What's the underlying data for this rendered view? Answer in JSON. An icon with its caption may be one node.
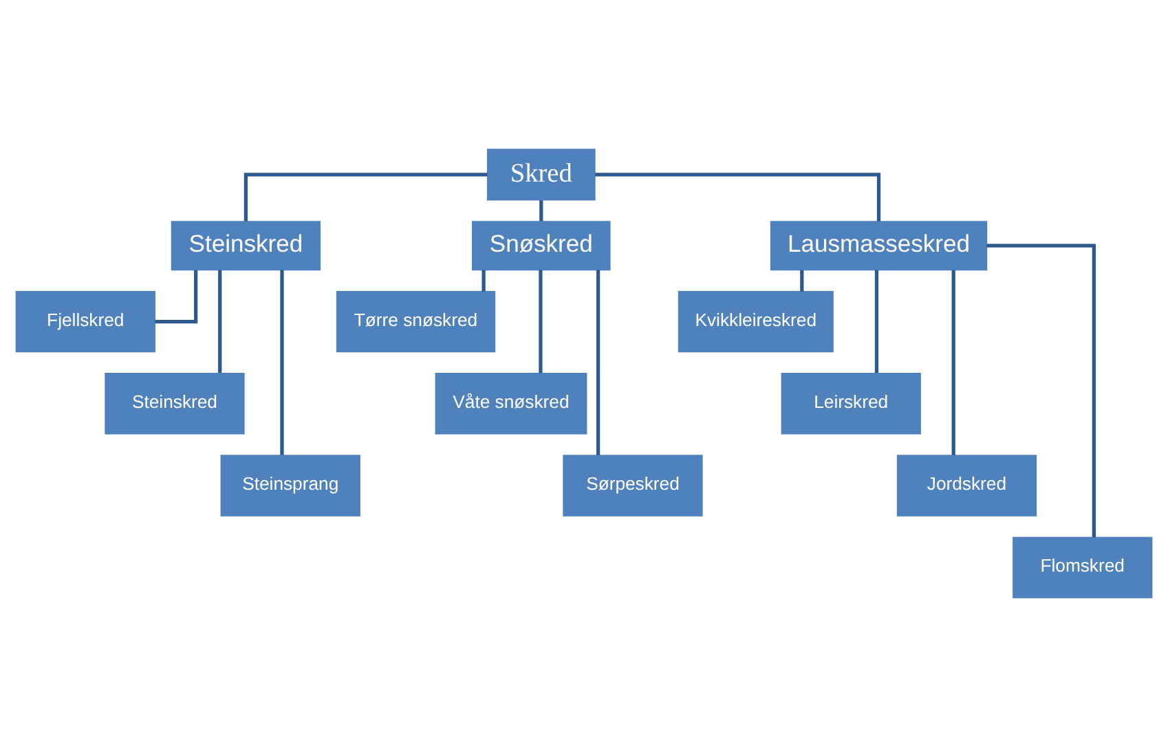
{
  "diagram": {
    "nodes": [
      {
        "text": [
          "Skred"
        ]
      },
      {
        "text": [
          "Steinskred"
        ]
      },
      {
        "text": [
          "Snøskred"
        ]
      },
      {
        "text": [
          "Lausmasseskred"
        ]
      },
      {
        "text": [
          "Fjellskred"
        ]
      },
      {
        "text": [
          "Steinskred"
        ]
      },
      {
        "text": [
          "Steinsprang"
        ]
      },
      {
        "text": [
          "Tørre snøskred"
        ]
      },
      {
        "text": [
          "Våte snøskred"
        ]
      },
      {
        "text": [
          "Sørpeskred"
        ]
      },
      {
        "text": [
          "Kvikkleireskred"
        ]
      },
      {
        "text": [
          "Leirskred"
        ]
      },
      {
        "text": [
          "Jordskred"
        ]
      },
      {
        "text": [
          "Flomskred"
        ]
      }
    ],
    "edges": [
      {
        "from": 0,
        "to": 1,
        "arrow": "none"
      },
      {
        "from": 0,
        "to": 2,
        "arrow": "none"
      },
      {
        "from": 0,
        "to": 3,
        "arrow": "none"
      },
      {
        "from": 1,
        "to": 4,
        "arrow": "none"
      },
      {
        "from": 1,
        "to": 5,
        "arrow": "none"
      },
      {
        "from": 1,
        "to": 6,
        "arrow": "none"
      },
      {
        "from": 2,
        "to": 7,
        "arrow": "none"
      },
      {
        "from": 2,
        "to": 8,
        "arrow": "none"
      },
      {
        "from": 2,
        "to": 9,
        "arrow": "none"
      },
      {
        "from": 3,
        "to": 10,
        "arrow": "none"
      },
      {
        "from": 3,
        "to": 11,
        "arrow": "none"
      },
      {
        "from": 3,
        "to": 12,
        "arrow": "none"
      },
      {
        "from": 3,
        "to": 13,
        "arrow": "none"
      }
    ]
  }
}
